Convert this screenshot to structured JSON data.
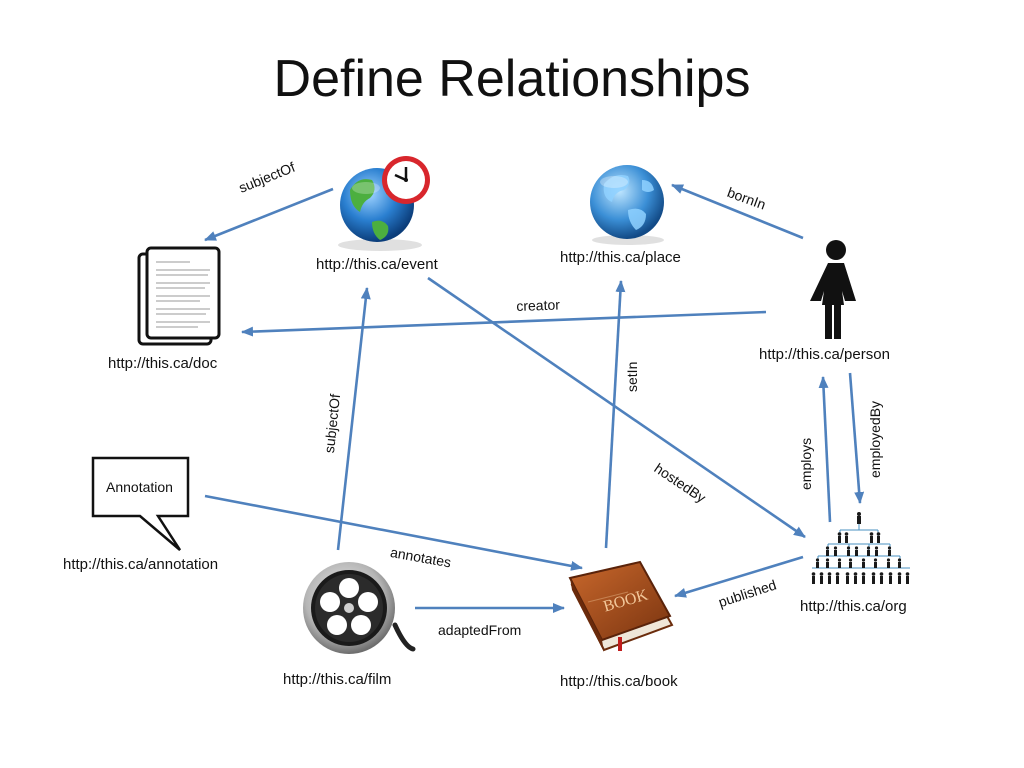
{
  "title": "Define Relationships",
  "nodes": {
    "event": "http://this.ca/event",
    "place": "http://this.ca/place",
    "doc": "http://this.ca/doc",
    "person": "http://this.ca/person",
    "annotation": "http://this.ca/annotation",
    "film": "http://this.ca/film",
    "book": "http://this.ca/book",
    "org": "http://this.ca/org"
  },
  "annotation_box": "Annotation",
  "book_cover_text": "BOOK",
  "edges": {
    "subjectOf_event_doc": "subjectOf",
    "bornIn": "bornIn",
    "creator": "creator",
    "subjectOf_film_event": "subjectOf",
    "setIn": "setIn",
    "hostedBy": "hostedBy",
    "employs": "employs",
    "employedBy": "employedBy",
    "annotates": "annotates",
    "published": "published",
    "adaptedFrom": "adaptedFrom"
  }
}
